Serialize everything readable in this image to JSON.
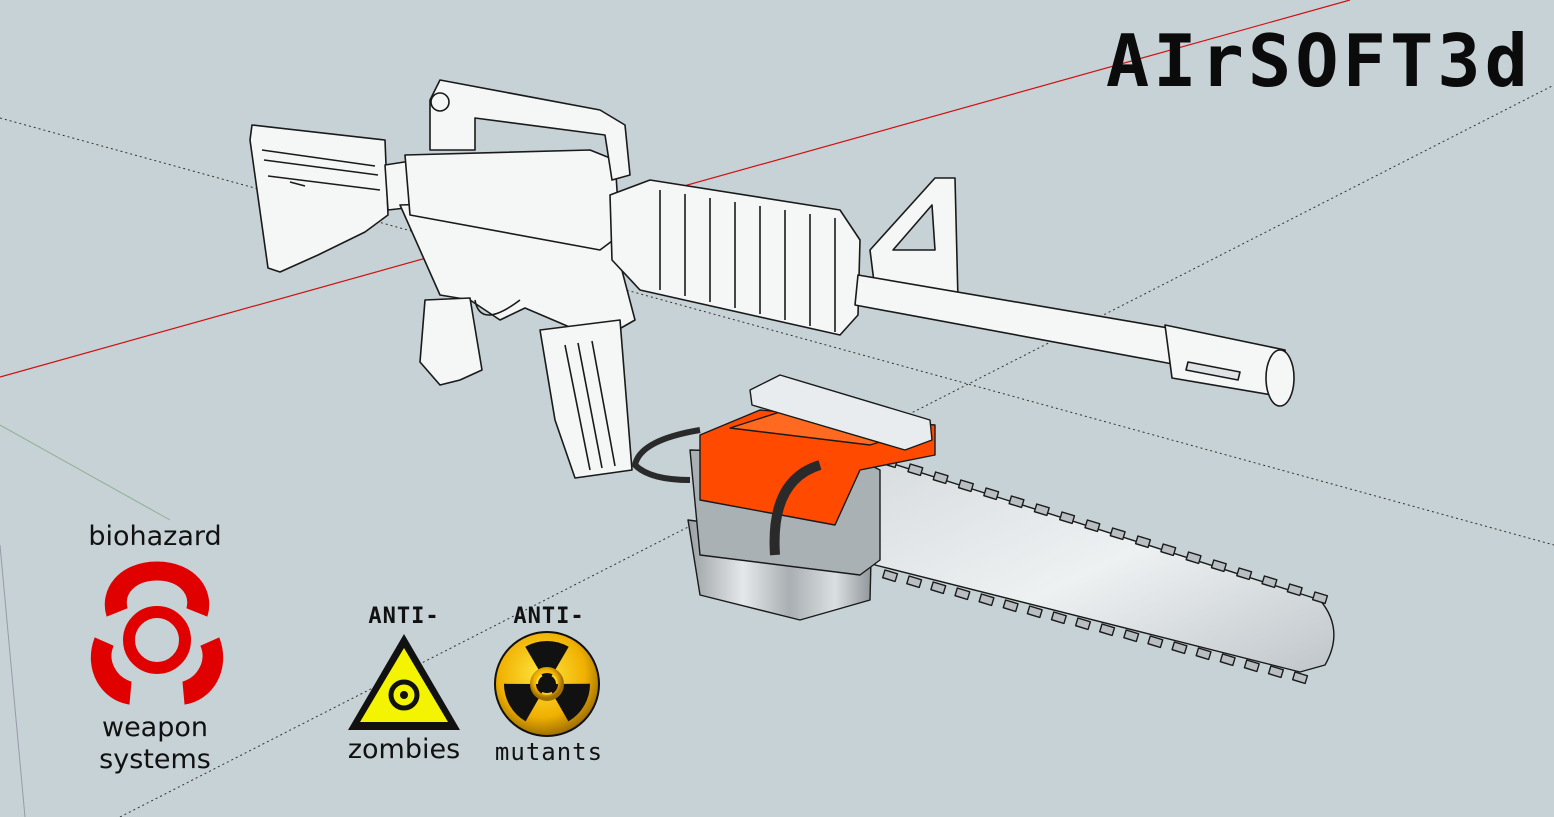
{
  "brand": {
    "title": "AIrSOFT3d"
  },
  "badges": {
    "biohazard": {
      "top_label": "biohazard",
      "bottom_line1": "weapon",
      "bottom_line2": "systems",
      "color": "#e00000"
    },
    "zombies": {
      "top_label": "ANTI-",
      "bottom_label": "zombies",
      "color": "#f4f400"
    },
    "mutants": {
      "top_label": "ANTI-",
      "bottom_label": "mutants",
      "color": "#f2b400"
    }
  },
  "scene": {
    "background_color": "#c6d2d5",
    "axis_color": "#d01010",
    "chainsaw_body_color": "#ff4a00",
    "objects": [
      "M4 carbine model",
      "chainsaw bayonet attachment"
    ]
  }
}
